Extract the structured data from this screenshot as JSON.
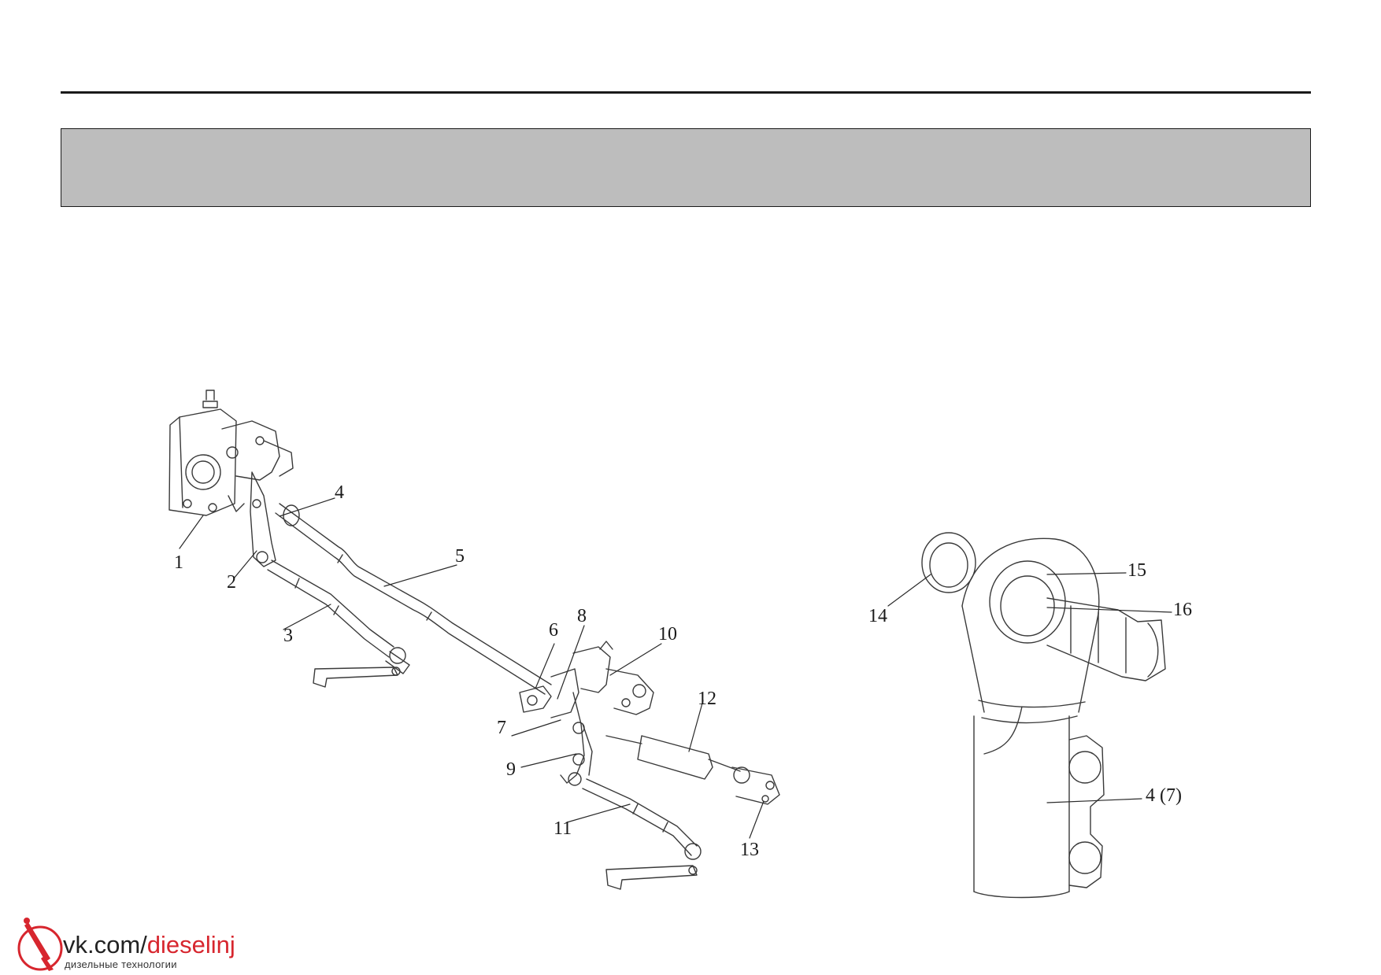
{
  "callouts_left": [
    "1",
    "2",
    "3",
    "4",
    "5",
    "6",
    "7",
    "8",
    "9",
    "10",
    "11",
    "12",
    "13"
  ],
  "callouts_right": [
    "14",
    "15",
    "16",
    "4 (7)"
  ],
  "watermark": {
    "domain_prefix": "vk.com/",
    "domain_highlight": "dieselinj",
    "subtitle": "дизельные технологии",
    "accent_color": "#d7262e"
  }
}
